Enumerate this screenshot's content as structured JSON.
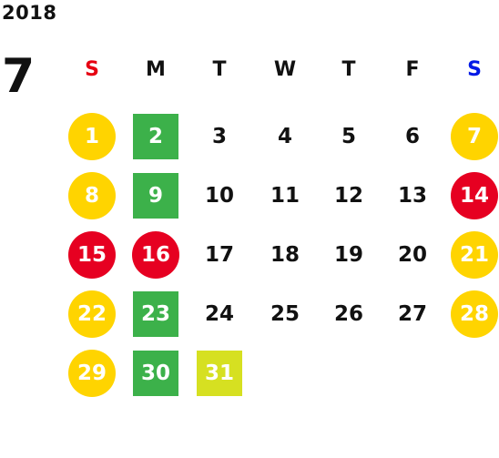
{
  "calendar": {
    "year": "2018",
    "month": "7",
    "weekday_headers": [
      {
        "label": "S",
        "color": "#e60012"
      },
      {
        "label": "M",
        "color": "#111111"
      },
      {
        "label": "T",
        "color": "#111111"
      },
      {
        "label": "W",
        "color": "#111111"
      },
      {
        "label": "T",
        "color": "#111111"
      },
      {
        "label": "F",
        "color": "#111111"
      },
      {
        "label": "S",
        "color": "#0019e6"
      }
    ],
    "legend_colors": {
      "weekend": "#ffd400",
      "holiday": "#e60021",
      "green": "#3cb14a",
      "lime": "#d6e021",
      "plain": "#111111"
    },
    "days": [
      {
        "label": "1",
        "col": 0,
        "row": 0,
        "style": "weekend"
      },
      {
        "label": "2",
        "col": 1,
        "row": 0,
        "style": "green"
      },
      {
        "label": "3",
        "col": 2,
        "row": 0,
        "style": "plain"
      },
      {
        "label": "4",
        "col": 3,
        "row": 0,
        "style": "plain"
      },
      {
        "label": "5",
        "col": 4,
        "row": 0,
        "style": "plain"
      },
      {
        "label": "6",
        "col": 5,
        "row": 0,
        "style": "plain"
      },
      {
        "label": "7",
        "col": 6,
        "row": 0,
        "style": "weekend"
      },
      {
        "label": "8",
        "col": 0,
        "row": 1,
        "style": "weekend"
      },
      {
        "label": "9",
        "col": 1,
        "row": 1,
        "style": "green"
      },
      {
        "label": "10",
        "col": 2,
        "row": 1,
        "style": "plain"
      },
      {
        "label": "11",
        "col": 3,
        "row": 1,
        "style": "plain"
      },
      {
        "label": "12",
        "col": 4,
        "row": 1,
        "style": "plain"
      },
      {
        "label": "13",
        "col": 5,
        "row": 1,
        "style": "plain"
      },
      {
        "label": "14",
        "col": 6,
        "row": 1,
        "style": "holiday"
      },
      {
        "label": "15",
        "col": 0,
        "row": 2,
        "style": "holiday"
      },
      {
        "label": "16",
        "col": 1,
        "row": 2,
        "style": "holiday"
      },
      {
        "label": "17",
        "col": 2,
        "row": 2,
        "style": "plain"
      },
      {
        "label": "18",
        "col": 3,
        "row": 2,
        "style": "plain"
      },
      {
        "label": "19",
        "col": 4,
        "row": 2,
        "style": "plain"
      },
      {
        "label": "20",
        "col": 5,
        "row": 2,
        "style": "plain"
      },
      {
        "label": "21",
        "col": 6,
        "row": 2,
        "style": "weekend"
      },
      {
        "label": "22",
        "col": 0,
        "row": 3,
        "style": "weekend"
      },
      {
        "label": "23",
        "col": 1,
        "row": 3,
        "style": "green"
      },
      {
        "label": "24",
        "col": 2,
        "row": 3,
        "style": "plain"
      },
      {
        "label": "25",
        "col": 3,
        "row": 3,
        "style": "plain"
      },
      {
        "label": "26",
        "col": 4,
        "row": 3,
        "style": "plain"
      },
      {
        "label": "27",
        "col": 5,
        "row": 3,
        "style": "plain"
      },
      {
        "label": "28",
        "col": 6,
        "row": 3,
        "style": "weekend"
      },
      {
        "label": "29",
        "col": 0,
        "row": 4,
        "style": "weekend"
      },
      {
        "label": "30",
        "col": 1,
        "row": 4,
        "style": "green"
      },
      {
        "label": "31",
        "col": 2,
        "row": 4,
        "style": "lime"
      }
    ]
  }
}
